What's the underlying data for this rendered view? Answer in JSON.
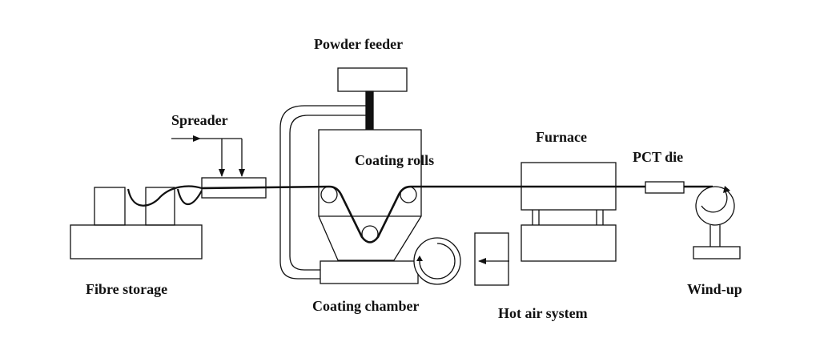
{
  "diagram": {
    "labels": {
      "powder_feeder": "Powder feeder",
      "spreader": "Spreader",
      "coating_rolls": "Coating rolls",
      "furnace": "Furnace",
      "pct_die": "PCT die",
      "fibre_storage": "Fibre storage",
      "coating_chamber": "Coating chamber",
      "hot_air_system": "Hot air system",
      "wind_up": "Wind-up"
    },
    "colors": {
      "stroke": "#111111",
      "background": "#ffffff"
    }
  }
}
